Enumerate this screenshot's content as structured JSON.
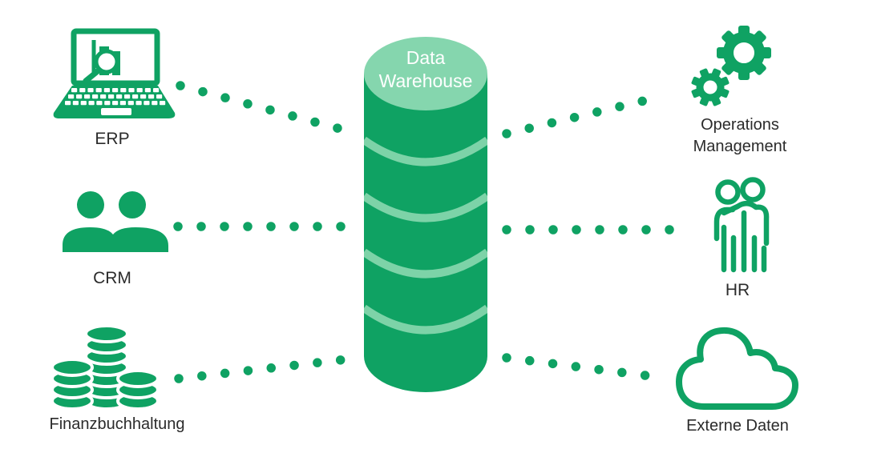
{
  "diagram": {
    "type": "data-flow",
    "center": {
      "id": "data-warehouse",
      "label": "Data Warehouse",
      "shape": "cylinder"
    },
    "sources": [
      {
        "id": "erp",
        "label": "ERP",
        "icon": "laptop-analytics-icon"
      },
      {
        "id": "crm",
        "label": "CRM",
        "icon": "people-filled-icon"
      },
      {
        "id": "finanzbuchhaltung",
        "label": "Finanzbuchhaltung",
        "icon": "coin-stacks-icon"
      }
    ],
    "destinations": [
      {
        "id": "operations-management",
        "label": "Operations Management",
        "icon": "gears-icon"
      },
      {
        "id": "hr",
        "label": "HR",
        "icon": "people-outline-icon"
      },
      {
        "id": "externe-daten",
        "label": "Externe Daten",
        "icon": "cloud-outline-icon"
      }
    ],
    "connections": [
      {
        "from": "erp",
        "to": "data-warehouse",
        "style": "dotted"
      },
      {
        "from": "crm",
        "to": "data-warehouse",
        "style": "dotted"
      },
      {
        "from": "finanzbuchhaltung",
        "to": "data-warehouse",
        "style": "dotted"
      },
      {
        "from": "data-warehouse",
        "to": "operations-management",
        "style": "dotted"
      },
      {
        "from": "data-warehouse",
        "to": "hr",
        "style": "dotted"
      },
      {
        "from": "data-warehouse",
        "to": "externe-daten",
        "style": "dotted"
      }
    ],
    "colors": {
      "primary_green": "#0FA263",
      "cylinder_top_green": "#85D6AE",
      "cylinder_band_green": "#7DD3A8",
      "label_text": "#2B2B2B",
      "background": "#FFFFFF"
    }
  }
}
